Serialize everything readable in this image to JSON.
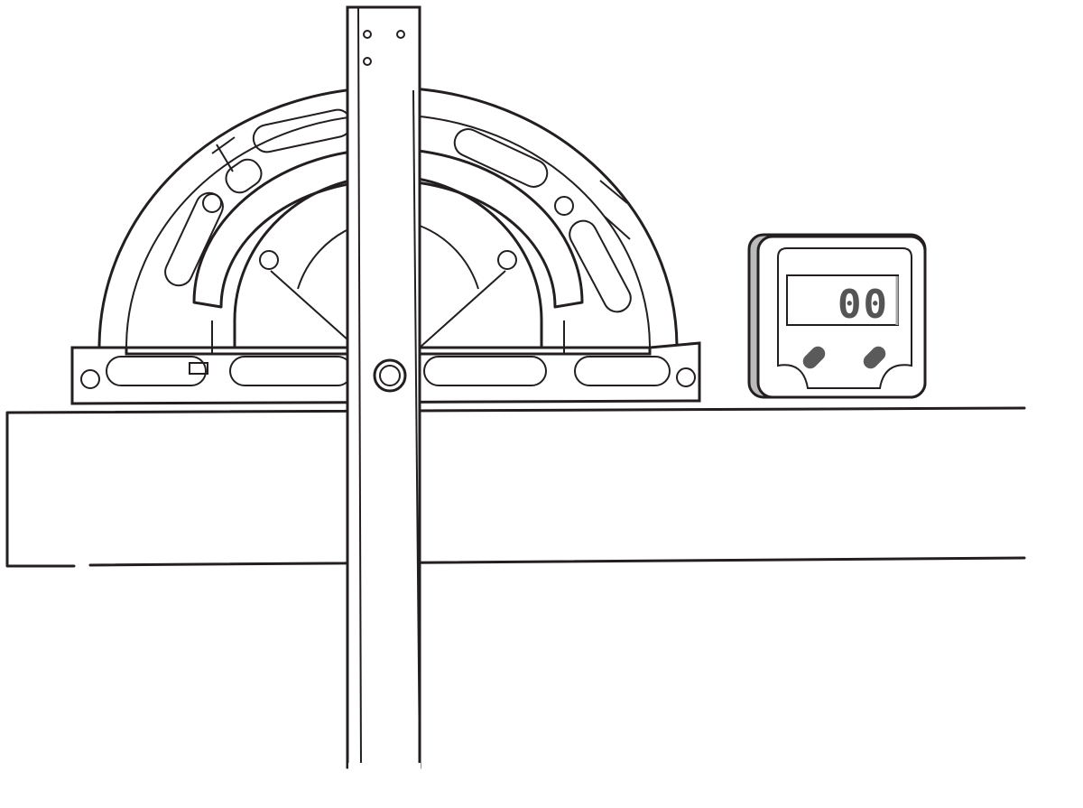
{
  "illustration": {
    "subject": "protractor-with-ruler-and-digital-angle-gauge",
    "line_color": "#231f20",
    "gauge": {
      "display_value": "00",
      "display_color": "#555555",
      "button_color": "#5a5a5a",
      "button_count": 2
    }
  }
}
